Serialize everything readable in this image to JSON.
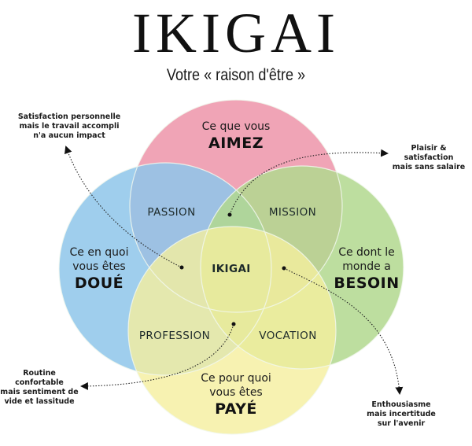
{
  "header": {
    "title": "IKIGAI",
    "subtitle": "Votre « raison d'être »"
  },
  "colors": {
    "love": "#ef9fb2",
    "good_at": "#8fc6ea",
    "world_needs": "#b2d98f",
    "paid_for": "#f5ef9e",
    "outline": "#e8f3e4",
    "text": "#151515"
  },
  "circles": {
    "love": {
      "line1": "Ce que vous",
      "keyword": "AIMEZ"
    },
    "good_at": {
      "line1": "Ce en quoi",
      "line2": "vous êtes",
      "keyword": "DOUÉ"
    },
    "world_needs": {
      "line1": "Ce dont le",
      "line2": "monde a",
      "keyword": "BESOIN"
    },
    "paid_for": {
      "line1": "Ce pour quoi",
      "line2": "vous êtes",
      "keyword": "PAYÉ"
    }
  },
  "intersections": {
    "passion": "PASSION",
    "mission": "MISSION",
    "profession": "PROFESSION",
    "vocation": "VOCATION",
    "center": "IKIGAI"
  },
  "annotations": {
    "passion_note": {
      "line1": "Satisfaction personnelle",
      "line2": "mais le travail accompli",
      "line3": "n'a aucun impact"
    },
    "mission_note": {
      "line1": "Plaisir & satisfaction",
      "line2": "mais sans salaire"
    },
    "profession_note": {
      "line1": "Routine confortable",
      "line2": "mais sentiment de",
      "line3": "vide et lassitude"
    },
    "vocation_note": {
      "line1": "Enthousiasme",
      "line2": "mais incertitude",
      "line3": "sur l'avenir"
    }
  }
}
